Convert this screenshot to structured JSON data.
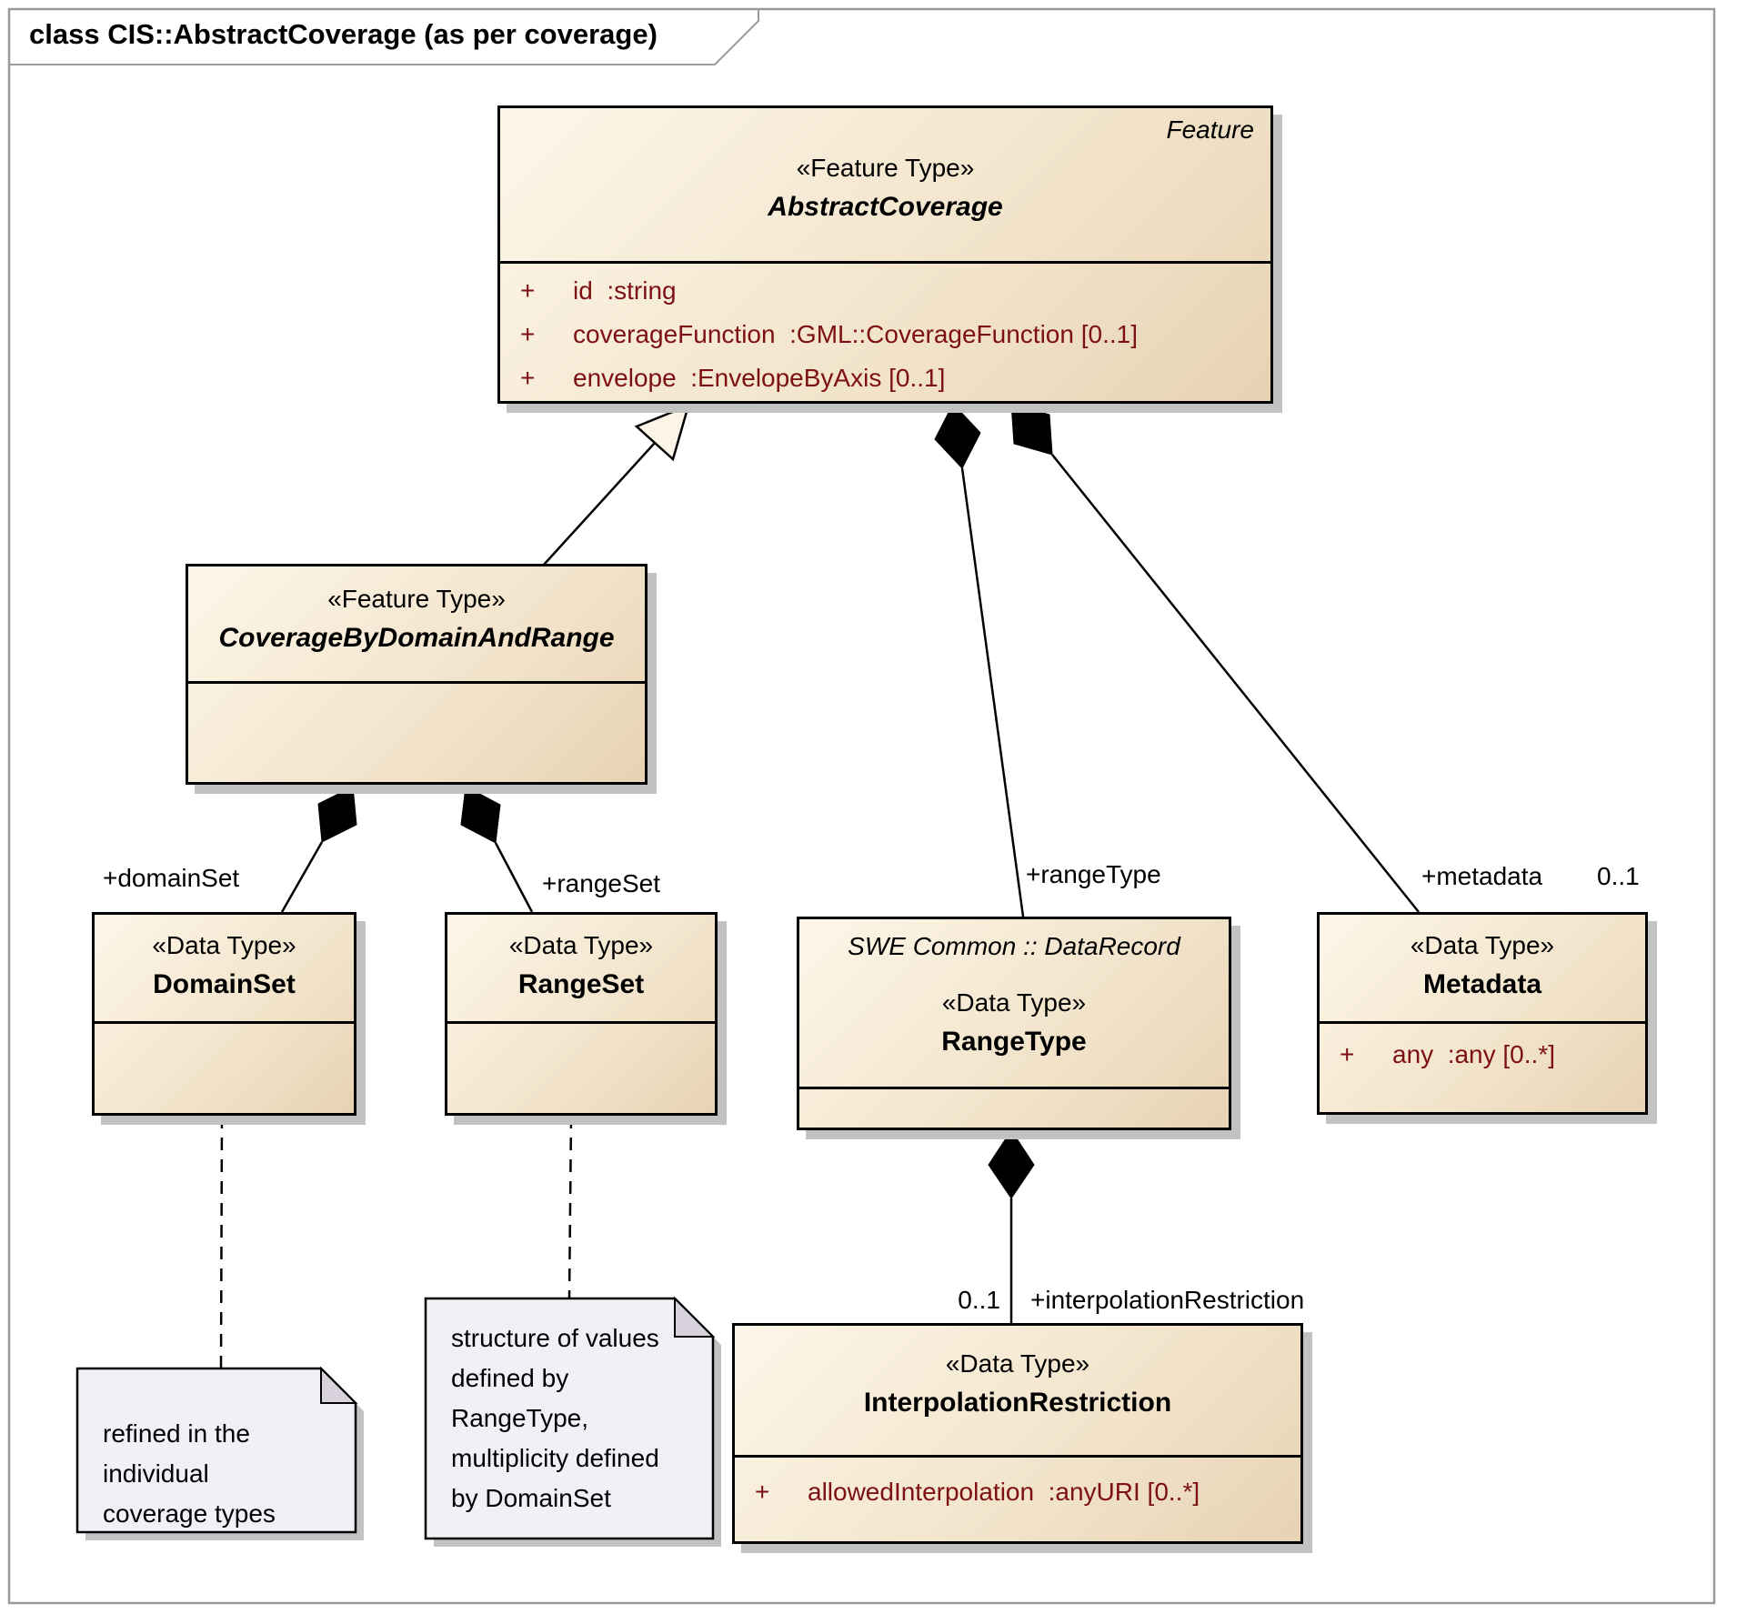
{
  "frame": {
    "title": "class CIS::AbstractCoverage (as per coverage)"
  },
  "classes": {
    "abstract_coverage": {
      "annotation": "Feature",
      "stereotype": "«Feature Type»",
      "name": "AbstractCoverage",
      "attributes": [
        {
          "vis": "+",
          "text": "id  :string"
        },
        {
          "vis": "+",
          "text": "coverageFunction  :GML::CoverageFunction [0..1]"
        },
        {
          "vis": "+",
          "text": "envelope  :EnvelopeByAxis [0..1]"
        }
      ]
    },
    "coverage_by_domain_and_range": {
      "stereotype": "«Feature Type»",
      "name": "CoverageByDomainAndRange"
    },
    "domain_set": {
      "stereotype": "«Data Type»",
      "name": "DomainSet"
    },
    "range_set": {
      "stereotype": "«Data Type»",
      "name": "RangeSet"
    },
    "range_type": {
      "annotation": "SWE Common :: DataRecord",
      "stereotype": "«Data Type»",
      "name": "RangeType"
    },
    "metadata": {
      "stereotype": "«Data Type»",
      "name": "Metadata",
      "attributes": [
        {
          "vis": "+",
          "text": "any  :any [0..*]"
        }
      ]
    },
    "interpolation_restriction": {
      "stereotype": "«Data Type»",
      "name": "InterpolationRestriction",
      "attributes": [
        {
          "vis": "+",
          "text": "allowedInterpolation  :anyURI [0..*]"
        }
      ]
    }
  },
  "relationships": {
    "domain_set_role": "+domainSet",
    "range_set_role": "+rangeSet",
    "range_type_role": "+rangeType",
    "metadata_role": "+metadata",
    "metadata_multiplicity": "0..1",
    "interpolation_role": "+interpolationRestriction",
    "interpolation_multiplicity": "0..1"
  },
  "notes": {
    "refined_lines": [
      "refined in the",
      "individual",
      "coverage types"
    ],
    "structure_lines": [
      "structure of values",
      "defined by",
      "RangeType,",
      "multiplicity defined",
      "by DomainSet"
    ]
  },
  "colors": {
    "attribute_text": "#7d1013",
    "class_fill_light": "#fdf6e8",
    "class_fill_dark": "#e7d3b3",
    "note_fill": "#f3eff7",
    "note_fold": "#d7d2db",
    "shadow": "#c2c2c2",
    "frame_stroke": "#9a9a9a",
    "connector": "#000000"
  }
}
